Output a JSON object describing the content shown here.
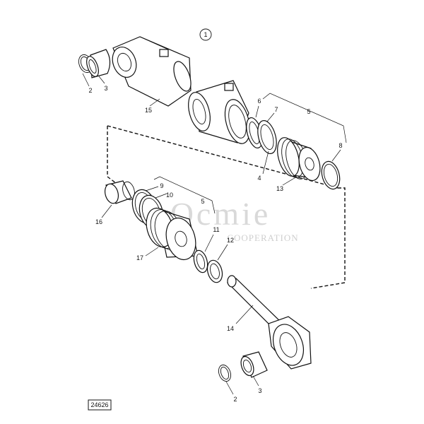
{
  "view_number": "1",
  "drawing_code": "24626",
  "watermark": {
    "brand": "Ocmie",
    "subtitle": "COOPERATION"
  },
  "callouts": {
    "c2_top": "2",
    "c3_top": "3",
    "c15": "15",
    "c6": "6",
    "c7": "7",
    "c5_top": "5",
    "c8": "8",
    "c4": "4",
    "c13": "13",
    "c9": "9",
    "c10": "10",
    "c5_mid": "5",
    "c16": "16",
    "c17": "17",
    "c11": "11",
    "c12": "12",
    "c14": "14",
    "c2_bot": "2",
    "c3_bot": "3"
  }
}
